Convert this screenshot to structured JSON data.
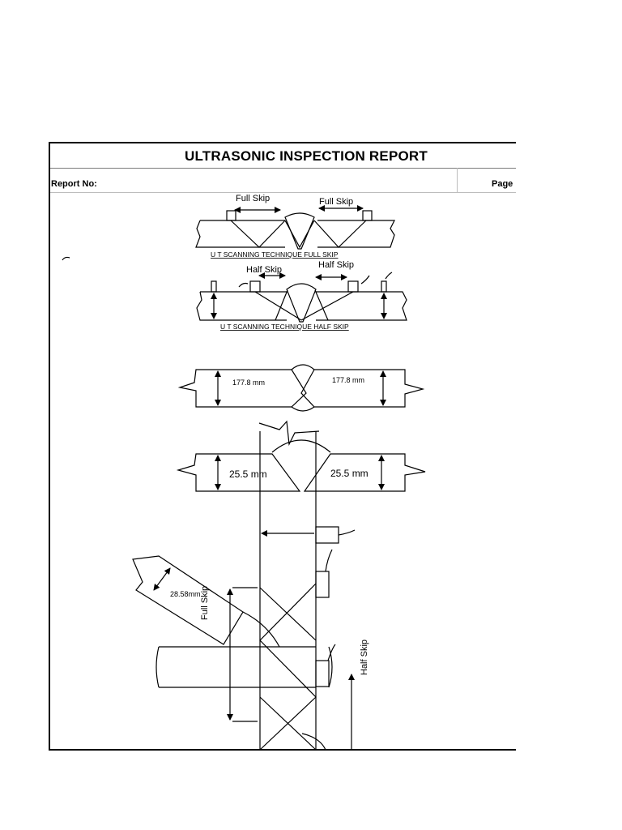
{
  "header": {
    "title": "ULTRASONIC INSPECTION REPORT",
    "report_no_label": "Report No:",
    "page_label": "Page"
  },
  "diagram": {
    "full_skip_left": "Full Skip",
    "full_skip_right": "Full Skip",
    "full_skip_caption": "U T SCANNING TECHNIQUE FULL SKIP",
    "half_skip_left": "Half Skip",
    "half_skip_right": "Half Skip",
    "half_skip_caption": "U T SCANNING TECHNIQUE HALF SKIP",
    "thickness_left_1": "177.8 mm",
    "thickness_right_1": "177.8 mm",
    "thickness_left_2": "25.5 mm",
    "thickness_right_2": "25.5 mm",
    "branch_thickness": "28.58mm",
    "branch_full_skip": "Full Skip",
    "branch_half_skip": "Half Skip"
  }
}
